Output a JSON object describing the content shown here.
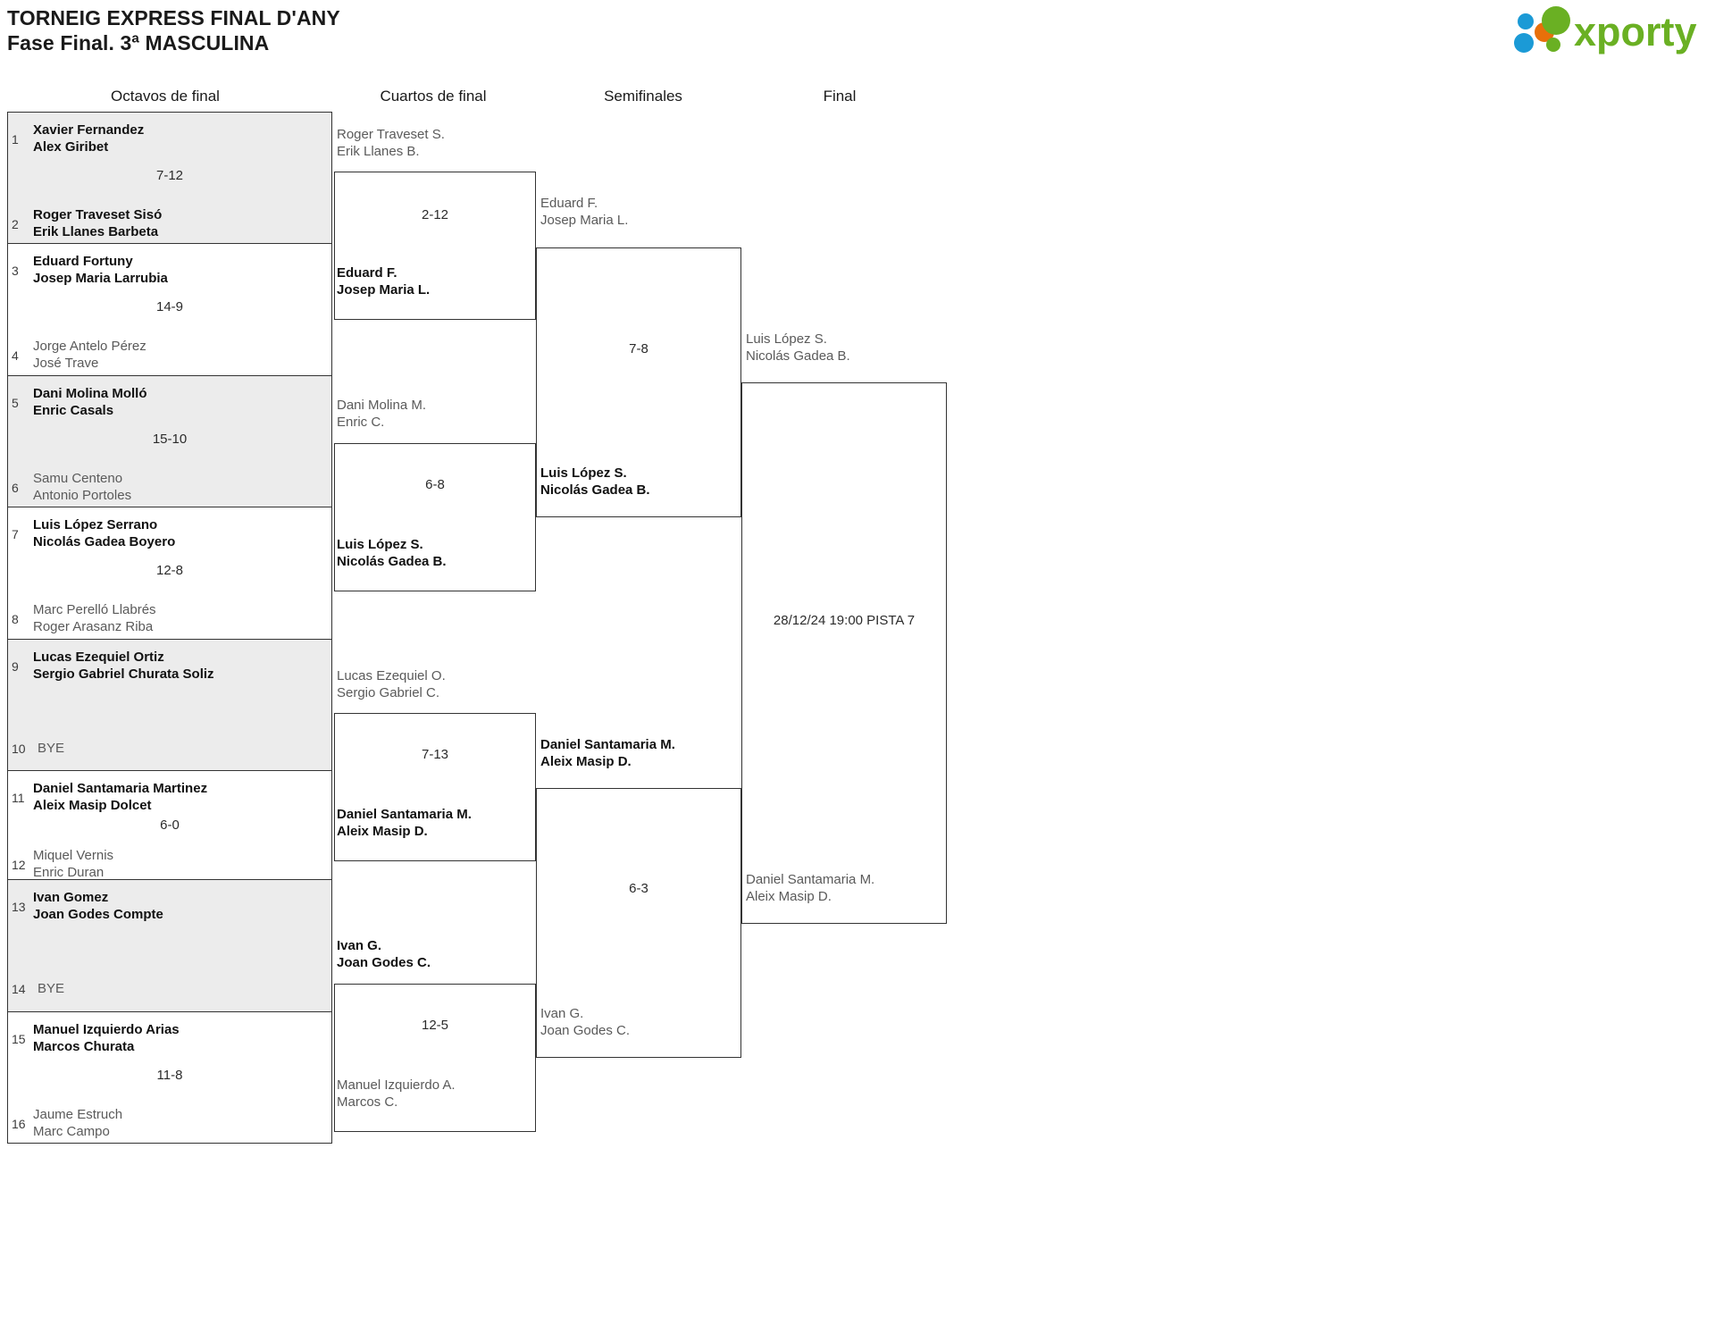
{
  "header": {
    "title_line1": "TORNEIG EXPRESS FINAL D'ANY",
    "title_line2": "Fase Final. 3ª MASCULINA",
    "logo_text": "xporty",
    "logo_colors": {
      "green": "#6ab023",
      "blue": "#1b9ad6",
      "orange": "#e8700a"
    }
  },
  "rounds": [
    {
      "label": "Octavos de final"
    },
    {
      "label": "Cuartos de final"
    },
    {
      "label": "Semifinales"
    },
    {
      "label": "Final"
    }
  ],
  "round1": {
    "matches": [
      {
        "score": "7-12",
        "top": {
          "seed": "1",
          "p1": "Xavier Fernandez",
          "p2": "Alex Giribet",
          "winner": false,
          "bye": false
        },
        "bottom": {
          "seed": "2",
          "p1": "Roger Traveset Sisó",
          "p2": "Erik Llanes Barbeta",
          "winner": true,
          "bye": false
        },
        "shaded": true
      },
      {
        "score": "14-9",
        "top": {
          "seed": "3",
          "p1": "Eduard Fortuny",
          "p2": "Josep Maria Larrubia",
          "winner": true,
          "bye": false
        },
        "bottom": {
          "seed": "4",
          "p1": "Jorge Antelo Pérez",
          "p2": "José Trave",
          "winner": false,
          "bye": false
        },
        "shaded": false
      },
      {
        "score": "15-10",
        "top": {
          "seed": "5",
          "p1": "Dani Molina Molló",
          "p2": "Enric Casals",
          "winner": true,
          "bye": false
        },
        "bottom": {
          "seed": "6",
          "p1": "Samu Centeno",
          "p2": "Antonio Portoles",
          "winner": false,
          "bye": false
        },
        "shaded": true
      },
      {
        "score": "12-8",
        "top": {
          "seed": "7",
          "p1": "Luis López Serrano",
          "p2": "Nicolás Gadea Boyero",
          "winner": true,
          "bye": false
        },
        "bottom": {
          "seed": "8",
          "p1": "Marc Perelló Llabrés",
          "p2": "Roger Arasanz Riba",
          "winner": false,
          "bye": false
        },
        "shaded": false
      },
      {
        "score": "",
        "top": {
          "seed": "9",
          "p1": "Lucas Ezequiel Ortiz",
          "p2": "Sergio Gabriel Churata Soliz",
          "winner": true,
          "bye": false
        },
        "bottom": {
          "seed": "10",
          "p1": "BYE",
          "p2": "",
          "winner": false,
          "bye": true
        },
        "shaded": true
      },
      {
        "score": "6-0",
        "top": {
          "seed": "11",
          "p1": "Daniel Santamaria Martinez",
          "p2": "Aleix Masip Dolcet",
          "winner": true,
          "bye": false
        },
        "bottom": {
          "seed": "12",
          "p1": "Miquel Vernis",
          "p2": "Enric Duran",
          "winner": false,
          "bye": false
        },
        "shaded": false
      },
      {
        "score": "",
        "top": {
          "seed": "13",
          "p1": "Ivan Gomez",
          "p2": "Joan Godes Compte",
          "winner": true,
          "bye": false
        },
        "bottom": {
          "seed": "14",
          "p1": "BYE",
          "p2": "",
          "winner": false,
          "bye": true
        },
        "shaded": true
      },
      {
        "score": "11-8",
        "top": {
          "seed": "15",
          "p1": "Manuel Izquierdo Arias",
          "p2": "Marcos Churata",
          "winner": true,
          "bye": false
        },
        "bottom": {
          "seed": "16",
          "p1": "Jaume Estruch",
          "p2": "Marc Campo",
          "winner": false,
          "bye": false
        },
        "shaded": false
      }
    ]
  },
  "round2": {
    "matches": [
      {
        "score": "2-12",
        "top": {
          "p1": "Roger Traveset S.",
          "p2": "Erik Llanes B.",
          "winner": false
        },
        "bottom": {
          "p1": "Eduard F.",
          "p2": "Josep Maria L.",
          "winner": true
        }
      },
      {
        "score": "6-8",
        "top": {
          "p1": "Dani Molina M.",
          "p2": "Enric C.",
          "winner": false
        },
        "bottom": {
          "p1": "Luis López S.",
          "p2": "Nicolás Gadea B.",
          "winner": true
        }
      },
      {
        "score": "7-13",
        "top": {
          "p1": "Lucas Ezequiel O.",
          "p2": "Sergio Gabriel C.",
          "winner": false
        },
        "bottom": {
          "p1": "Daniel Santamaria M.",
          "p2": "Aleix Masip D.",
          "winner": true
        }
      },
      {
        "score": "12-5",
        "top": {
          "p1": "Ivan G.",
          "p2": "Joan Godes C.",
          "winner": true
        },
        "bottom": {
          "p1": "Manuel Izquierdo A.",
          "p2": "Marcos C.",
          "winner": false
        }
      }
    ]
  },
  "round3": {
    "matches": [
      {
        "score": "7-8",
        "top": {
          "p1": "Eduard F.",
          "p2": "Josep Maria L.",
          "winner": false
        },
        "bottom": {
          "p1": "Luis López S.",
          "p2": "Nicolás Gadea B.",
          "winner": true
        }
      },
      {
        "score": "6-3",
        "top": {
          "p1": "Daniel Santamaria M.",
          "p2": "Aleix Masip D.",
          "winner": true
        },
        "bottom": {
          "p1": "Ivan G.",
          "p2": "Joan Godes C.",
          "winner": false
        }
      }
    ]
  },
  "round4": {
    "match": {
      "schedule": "28/12/24 19:00 PISTA 7",
      "top": {
        "p1": "Luis López S.",
        "p2": "Nicolás Gadea B.",
        "winner": false
      },
      "bottom": {
        "p1": "Daniel Santamaria M.",
        "p2": "Aleix Masip D.",
        "winner": false
      }
    }
  }
}
